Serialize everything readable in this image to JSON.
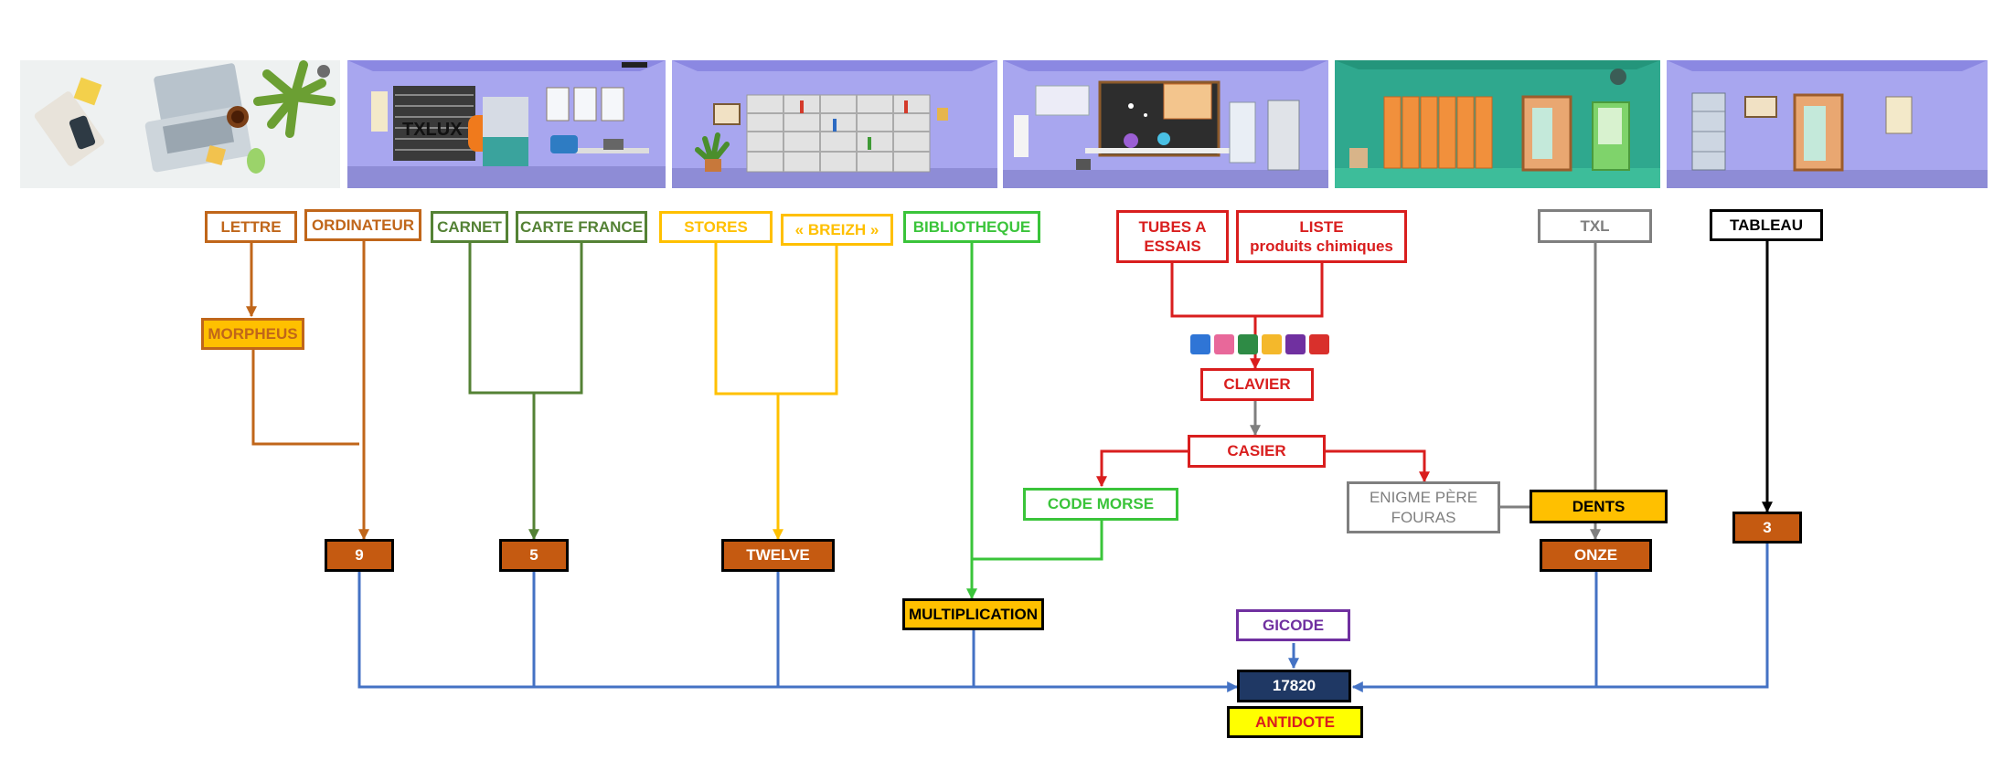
{
  "colors": {
    "brown": "#c0661a",
    "green": "#548235",
    "yellow": "#ffc000",
    "lime": "#3ac43a",
    "red": "#d91e1e",
    "gray": "#7f7f7f",
    "black": "#000000",
    "blue": "#4472c4",
    "purple": "#7030a0",
    "navy": "#1f3864",
    "orange_fill": "#ffc000",
    "rust_fill": "#c55a11",
    "antidote_fill": "#ffff00"
  },
  "scenes": [
    {
      "name": "desk-laptop-scene"
    },
    {
      "name": "office-room-scene",
      "sign_text": "TXLUX"
    },
    {
      "name": "library-room-scene"
    },
    {
      "name": "lab-room-scene"
    },
    {
      "name": "locker-hallway-scene"
    },
    {
      "name": "exit-room-scene"
    }
  ],
  "nodes": {
    "lettre": "LETTRE",
    "ordinateur": "ORDINATEUR",
    "morpheus": "MORPHEUS",
    "carnet": "CARNET",
    "carte_france": "CARTE FRANCE",
    "stores": "STORES",
    "breizh": "« BREIZH »",
    "bibliotheque": "BIBLIOTHEQUE",
    "tubes": "TUBES A\nESSAIS",
    "liste": "LISTE\nproduits chimiques",
    "clavier": "CLAVIER",
    "casier": "CASIER",
    "code_morse": "CODE MORSE",
    "enigme": "ENIGME PÈRE\nFOURAS",
    "txl": "TXL",
    "dents": "DENTS",
    "onze": "ONZE",
    "tableau": "TABLEAU",
    "three": "3",
    "nine": "9",
    "five": "5",
    "twelve": "TWELVE",
    "multiplication": "MULTIPLICATION",
    "gicode": "GICODE",
    "final_code": "17820",
    "antidote": "ANTIDOTE"
  },
  "keyboard_swatches": [
    "#2f75d6",
    "#e8689a",
    "#2e8b45",
    "#f4b82b",
    "#7030a0",
    "#d9302c"
  ]
}
